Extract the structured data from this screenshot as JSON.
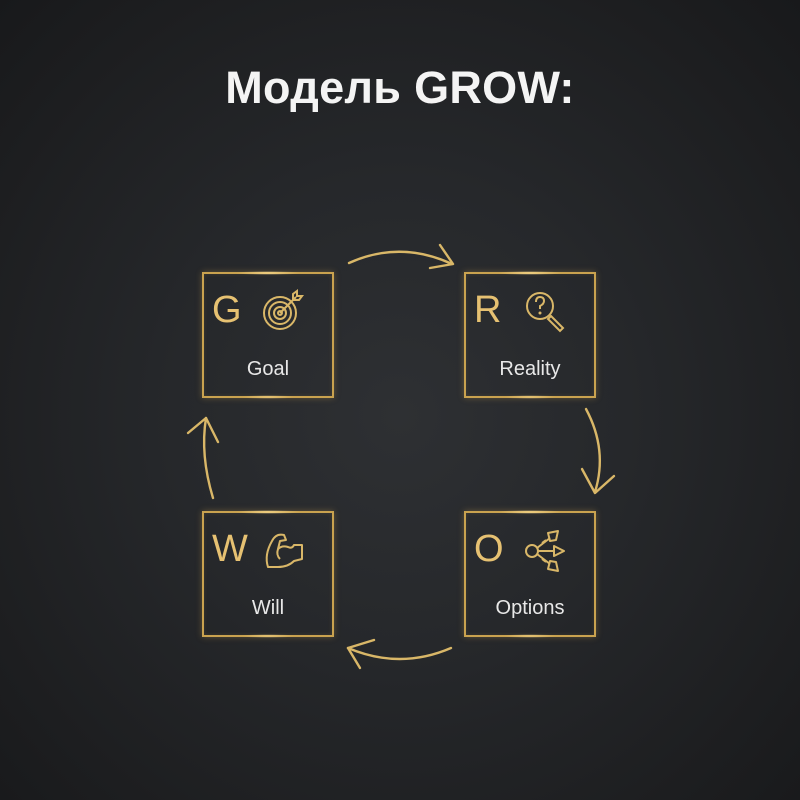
{
  "title": "Модель GROW:",
  "accent_color": "#d4ae5e",
  "cards": [
    {
      "letter": "G",
      "label": "Goal",
      "icon": "target-icon"
    },
    {
      "letter": "R",
      "label": "Reality",
      "icon": "magnifier-question-icon"
    },
    {
      "letter": "O",
      "label": "Options",
      "icon": "branching-options-icon"
    },
    {
      "letter": "W",
      "label": "Will",
      "icon": "flexed-bicep-icon"
    }
  ],
  "flow": [
    "Goal → Reality",
    "Reality → Options",
    "Options → Will",
    "Will → Goal"
  ]
}
